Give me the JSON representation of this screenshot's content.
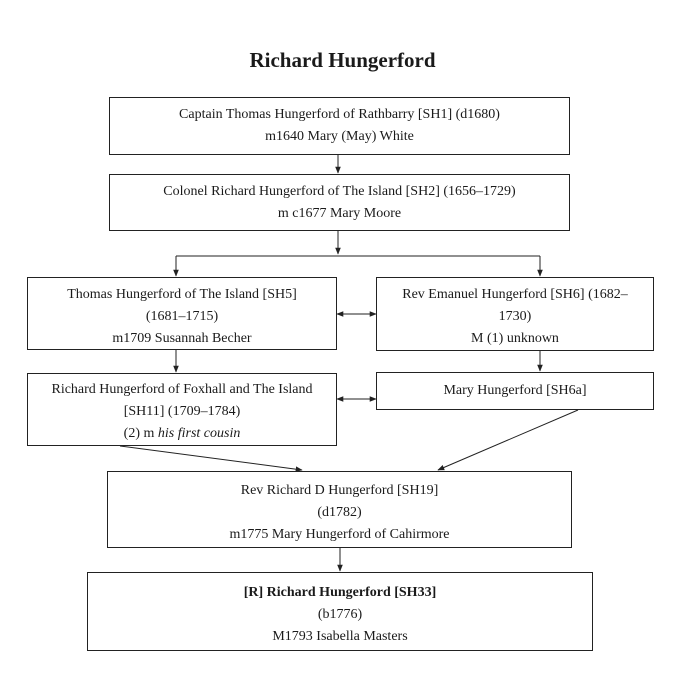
{
  "title": "Richard Hungerford",
  "boxes": {
    "sh1": {
      "line1": "Captain Thomas Hungerford of Rathbarry [SH1] (d1680)",
      "line2": "m1640 Mary (May) White"
    },
    "sh2": {
      "line1": "Colonel Richard Hungerford of The Island [SH2] (1656–1729)",
      "line2": "m c1677 Mary Moore"
    },
    "sh5": {
      "line1": "Thomas Hungerford of The Island [SH5]",
      "line2": "(1681–1715)",
      "line3": "m1709 Susannah Becher"
    },
    "sh6": {
      "line1": "Rev Emanuel Hungerford [SH6] (1682–",
      "line2": "1730)",
      "line3": "M (1) unknown"
    },
    "sh11": {
      "line1": "Richard Hungerford of Foxhall and The Island",
      "line2": "[SH11] (1709–1784)",
      "line3_prefix": "(2) m ",
      "line3_italic": "his first cousin"
    },
    "sh6a": {
      "line1": "Mary Hungerford [SH6a]"
    },
    "sh19": {
      "line1": "Rev Richard D Hungerford [SH19]",
      "line2": "(d1782)",
      "line3": "m1775 Mary Hungerford of Cahirmore"
    },
    "sh33": {
      "line1": "[R] Richard Hungerford [SH33]",
      "line2": "(b1776)",
      "line3": "M1793 Isabella Masters"
    }
  }
}
